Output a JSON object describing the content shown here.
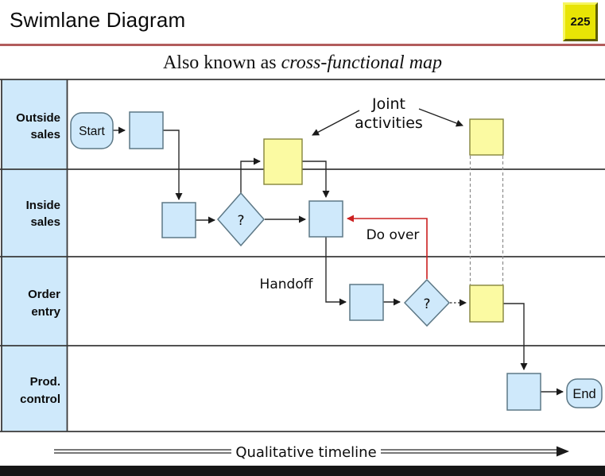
{
  "header": {
    "title": "Swimlane Diagram",
    "page_number": "225"
  },
  "subtitle": {
    "prefix": "Also known as ",
    "emphasis": "cross-functional map"
  },
  "lanes": [
    {
      "line1": "Outside",
      "line2": "sales"
    },
    {
      "line1": "Inside",
      "line2": "sales"
    },
    {
      "line1": "Order",
      "line2": "entry"
    },
    {
      "line1": "Prod.",
      "line2": "control"
    }
  ],
  "nodes": {
    "start": "Start",
    "end": "End",
    "decision1": "?",
    "decision2": "?"
  },
  "annotations": {
    "joint_line1": "Joint",
    "joint_line2": "activities",
    "do_over": "Do over",
    "handoff": "Handoff",
    "timeline": "Qualitative timeline"
  },
  "colors": {
    "node_fill": "#cfe9fb",
    "node_stroke": "#5d7886",
    "joint_fill": "#fbfaa2",
    "joint_stroke": "#84843c",
    "lane_label_fill": "#cfe9fb",
    "line": "#3a3a3a",
    "red": "#cc2020",
    "title_rule": "#b25c5c",
    "badge_fill": "#e8e405",
    "footer_bar": "#161616"
  }
}
